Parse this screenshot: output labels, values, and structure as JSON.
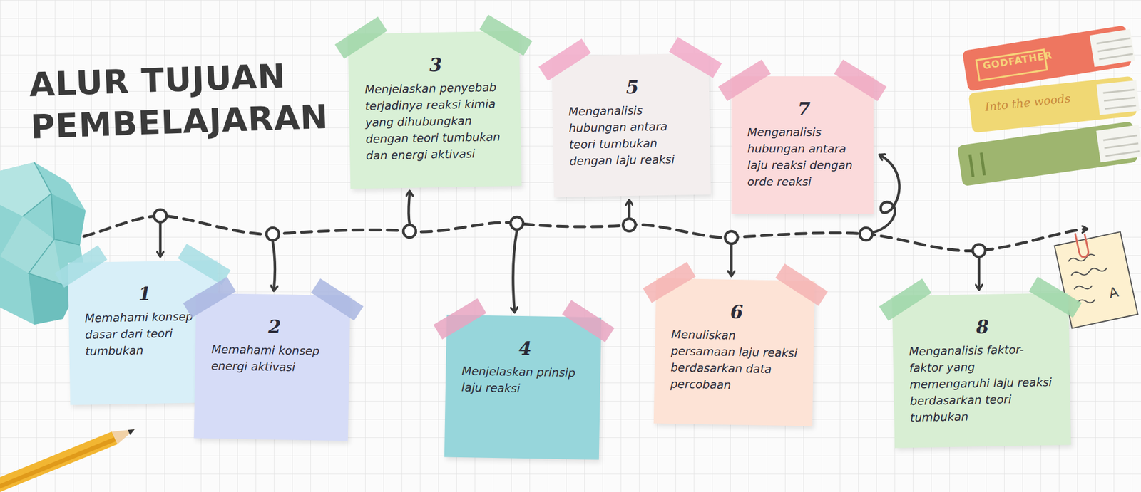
{
  "diagram": {
    "title": "ALUR TUJUAN PEMBELAJARAN",
    "nodes": [
      {
        "text": [
          "1",
          "Memahami konsep dasar dari teori tumbukan"
        ]
      },
      {
        "text": [
          "2",
          "Memahami konsep energi aktivasi"
        ]
      },
      {
        "text": [
          "3",
          "Menjelaskan penyebab terjadinya reaksi kimia yang dihubungkan dengan teori tumbukan dan energi aktivasi"
        ]
      },
      {
        "text": [
          "4",
          "Menjelaskan prinsip laju reaksi"
        ]
      },
      {
        "text": [
          "5",
          "Menganalisis hubungan antara teori tumbukan dengan laju reaksi"
        ]
      },
      {
        "text": [
          "6",
          "Menuliskan persamaan laju reaksi berdasarkan data percobaan"
        ]
      },
      {
        "text": [
          "7",
          "Menganalisis hubungan antara laju reaksi dengan orde reaksi"
        ]
      },
      {
        "text": [
          "8",
          "Menganalisis faktor-faktor yang memengaruhi laju reaksi berdasarkan teori tumbukan"
        ]
      }
    ],
    "labels": [
      "GODFATHER",
      "Into the woods",
      "A"
    ]
  }
}
